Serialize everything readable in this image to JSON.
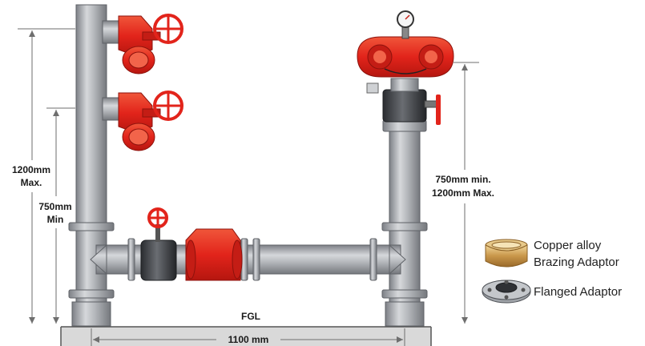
{
  "dimensions": {
    "left_outer_line1": "1200mm",
    "left_outer_line2": "Max.",
    "left_inner_line1": "750mm",
    "left_inner_line2": "Min",
    "right_line1": "750mm min.",
    "right_line2": "1200mm Max.",
    "ground_label": "FGL",
    "width_label": "1100 mm"
  },
  "legend": {
    "item1_line1": "Copper alloy",
    "item1_line2": "Brazing Adaptor",
    "item2": "Flanged Adaptor"
  },
  "colors": {
    "pipe": "#a8abb0",
    "fitting_red": "#e5261d",
    "dim_line": "#6e6e6e",
    "ground": "#d9d9d9"
  }
}
